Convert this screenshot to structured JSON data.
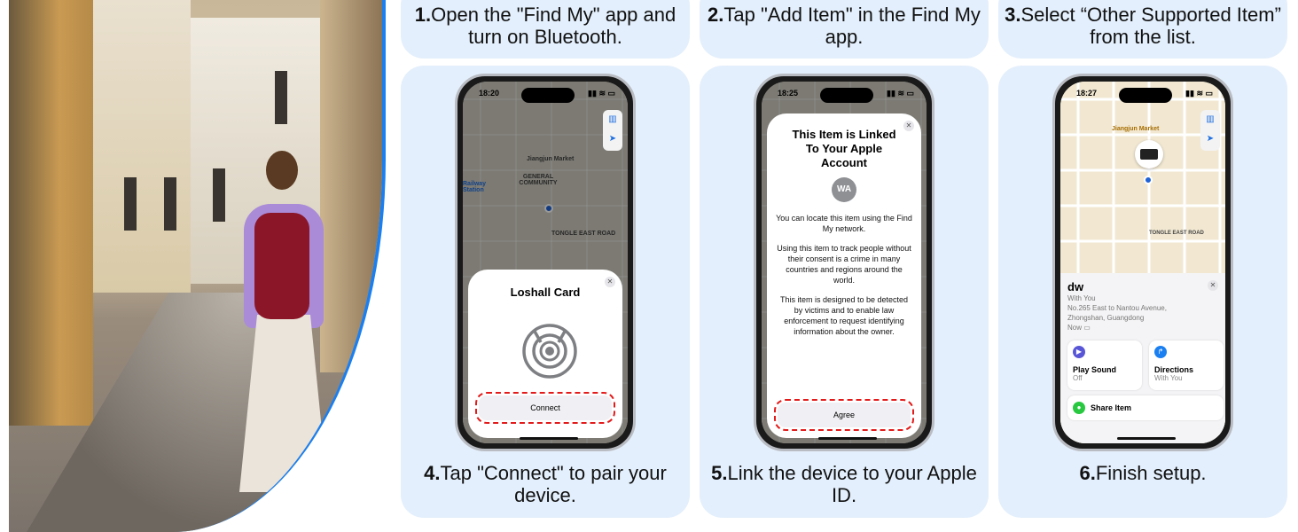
{
  "steps": [
    {
      "num": "1.",
      "text": "Open the \"Find My\" app and turn on Bluetooth."
    },
    {
      "num": "2.",
      "text": "Tap \"Add Item\" in the Find My app."
    },
    {
      "num": "3.",
      "text": "Select “Other Supported Item” from the list."
    },
    {
      "num": "4.",
      "text": "Tap \"Connect\" to pair your device."
    },
    {
      "num": "5.",
      "text": "Link the device to your Apple ID."
    },
    {
      "num": "6.",
      "text": "Finish setup."
    }
  ],
  "phone4": {
    "time": "18:20",
    "labels": [
      "Jiangjun Market",
      "GENERAL COMMUNITY",
      "Railway Station",
      "TONGLE EAST ROAD"
    ],
    "sheet_title": "Loshall Card",
    "button": "Connect"
  },
  "phone5": {
    "time": "18:25",
    "title": "This Item is Linked To Your Apple Account",
    "avatar": "WA",
    "p1": "You can locate this item using the Find My network.",
    "p2": "Using this item to track people without their consent is a crime in many countries and regions around the world.",
    "p3": "This item is designed to be detected by victims and to enable law enforcement to request identifying information about the owner.",
    "button": "Agree"
  },
  "phone6": {
    "time": "18:27",
    "labels": [
      "Jiangjun Market",
      "TONGLE EAST ROAD"
    ],
    "name": "dw",
    "status": "With You",
    "address": "No.265 East to Nantou Avenue, Zhongshan, Guangdong",
    "updated": "Now",
    "play_title": "Play Sound",
    "play_sub": "Off",
    "dir_title": "Directions",
    "dir_sub": "With You",
    "share": "Share Item"
  },
  "colors": {
    "panel": "#e3effc",
    "accent": "#1a7ff0",
    "highlight": "#e21a1a"
  }
}
